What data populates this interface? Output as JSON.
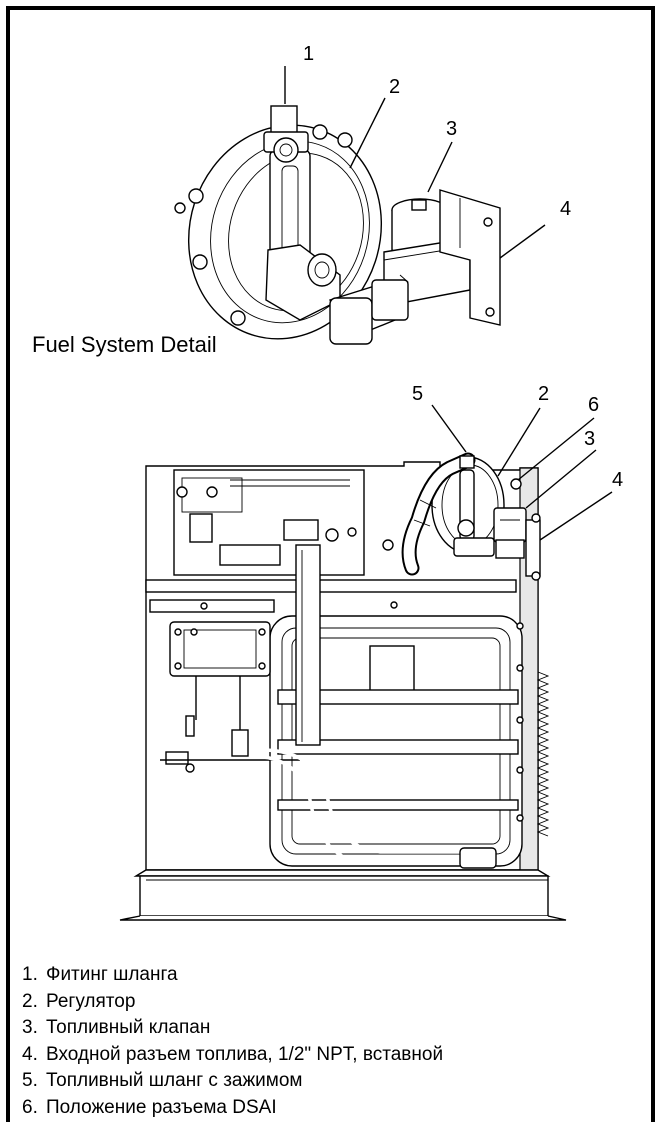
{
  "figure": {
    "top_caption": "Fuel System Detail",
    "top_callouts": [
      "1",
      "2",
      "3",
      "4"
    ],
    "bottom_callouts": [
      "5",
      "2",
      "6",
      "3",
      "4"
    ]
  },
  "legend": [
    {
      "num": "1.",
      "text": "Фитинг шланга"
    },
    {
      "num": "2.",
      "text": "Регулятор"
    },
    {
      "num": "3.",
      "text": "Топливный клапан"
    },
    {
      "num": "4.",
      "text": "Входной разъем топлива, 1/2\" NPT, вставной"
    },
    {
      "num": "5.",
      "text": "Топливный шланг с зажимом"
    },
    {
      "num": "6.",
      "text": "Положение разъема DSAI"
    }
  ]
}
